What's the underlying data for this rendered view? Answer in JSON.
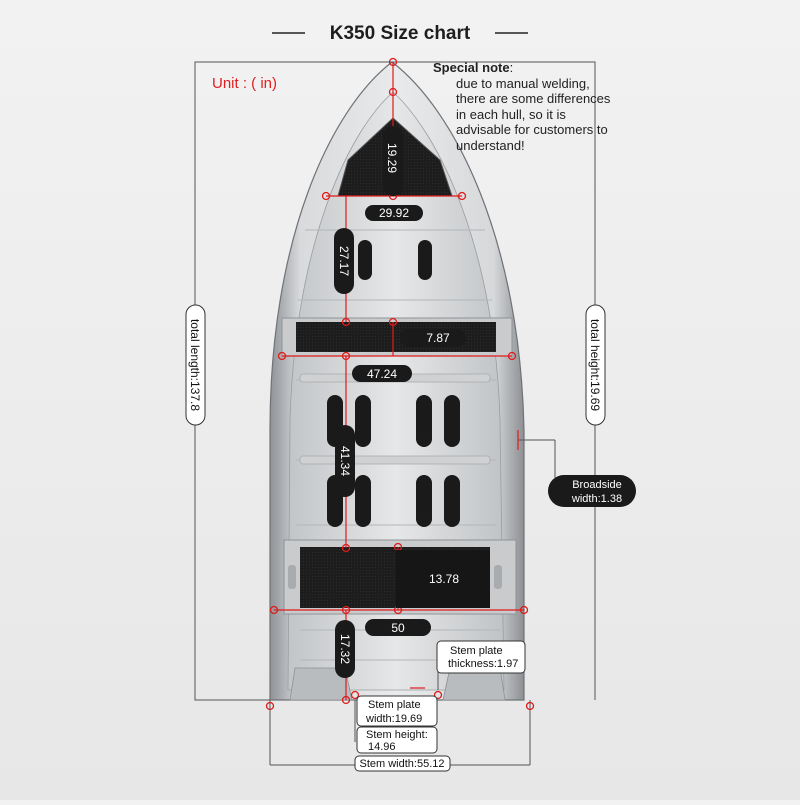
{
  "title": "K350 Size chart",
  "unit_label": "Unit : ( in)",
  "note": {
    "heading": "Special note",
    "heading_suffix": ":",
    "lines": [
      "due to manual welding,",
      "there are some differences",
      "in each hull, so it is",
      "advisable for customers to",
      "understand!"
    ]
  },
  "dimensions": {
    "bow_length": "19.29",
    "bow_seat_width": "29.92",
    "forward_section_length": "27.17",
    "front_seat_depth": "7.87",
    "mid_width": "47.24",
    "middle_section_length": "41.34",
    "rear_seat_depth": "13.78",
    "rear_width": "50",
    "rear_section_length": "17.32",
    "total_length": "total length:137.8",
    "total_height": "total height:19.69",
    "broadside_width_line1": "Broadside",
    "broadside_width_line2": "width:1.38",
    "stern_plate_thickness_line1": "Stem plate",
    "stern_plate_thickness_line2": "thickness:1.97",
    "stern_plate_width_line1": "Stem plate",
    "stern_plate_width_line2": "width:19.69",
    "stern_height_line1": "Stem height:",
    "stern_height_line2": "14.96",
    "stern_width": "Stem width:55.12"
  },
  "colors": {
    "marker_red": "#e01b1b",
    "unit_red": "#e02020",
    "label_bg": "#1a1a1a",
    "callout_bg": "#ffffff",
    "deck_black": "#181818"
  }
}
